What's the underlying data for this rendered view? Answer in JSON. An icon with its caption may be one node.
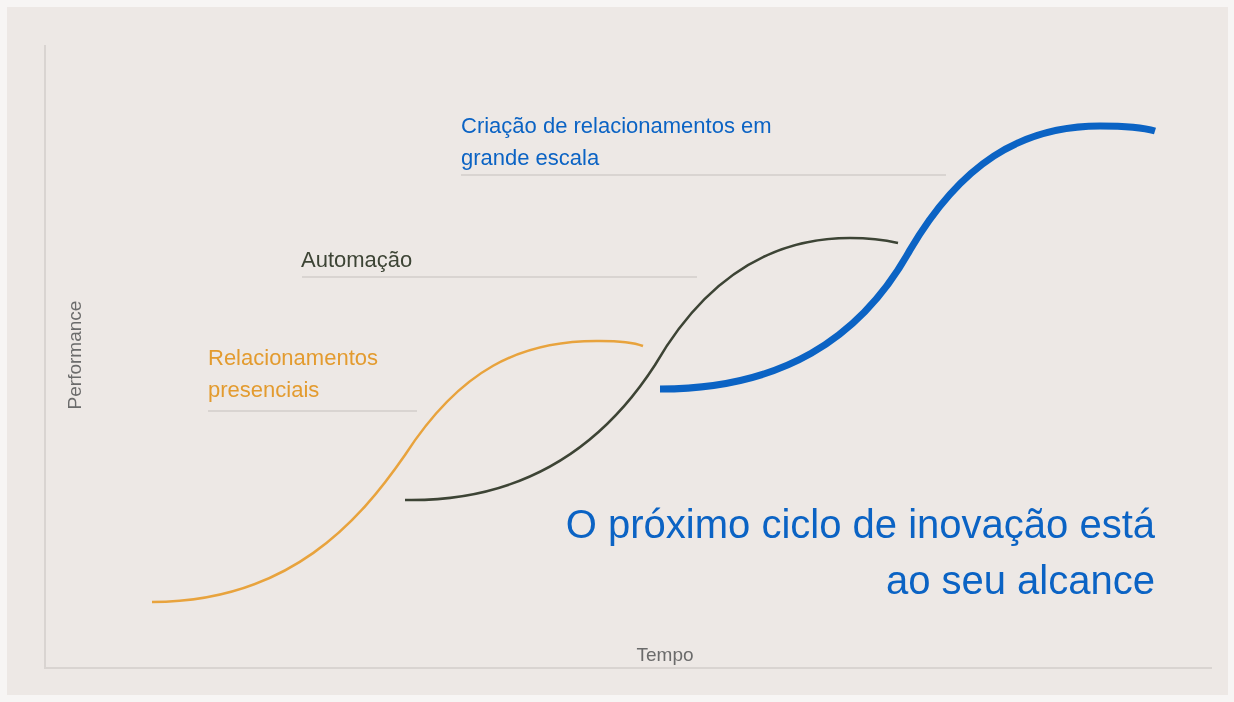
{
  "diagram": {
    "labels": [
      "Criação de relacionamentos em grande escala",
      "Automação",
      "Relacionamentos presenciais",
      "O próximo ciclo de inovação está ao seu alcance",
      "Performance",
      "Tempo"
    ]
  }
}
